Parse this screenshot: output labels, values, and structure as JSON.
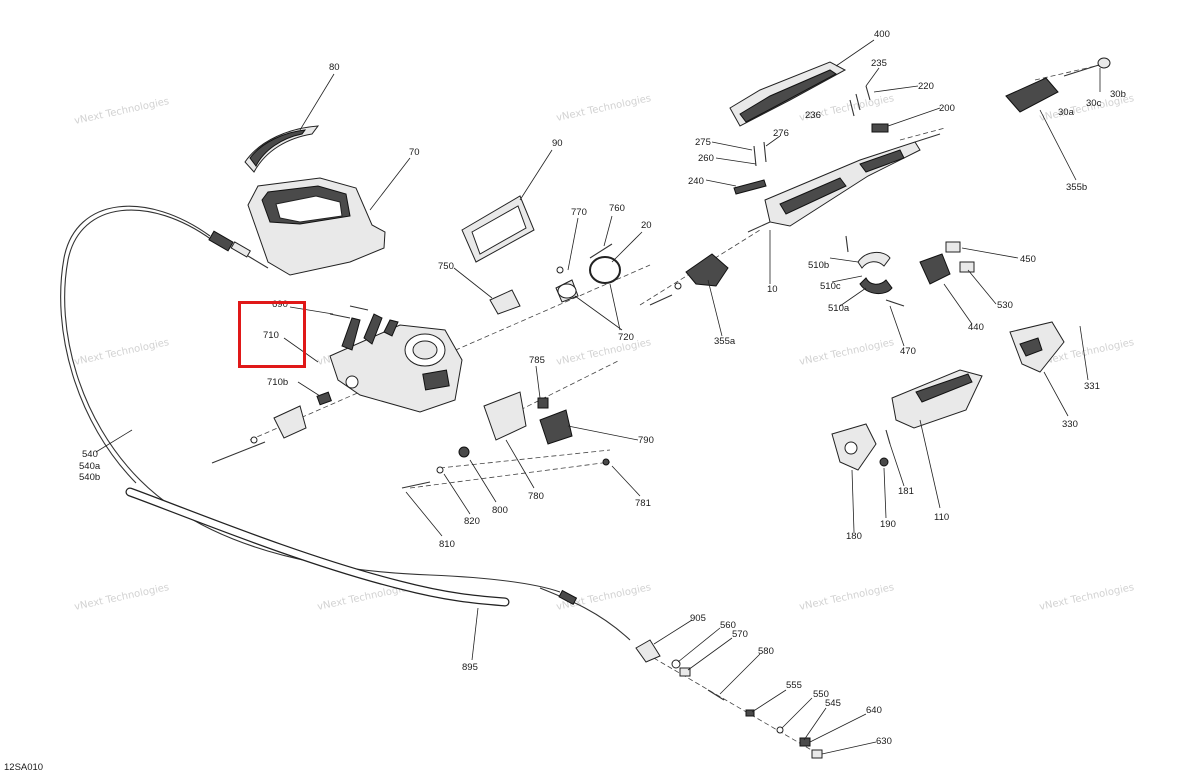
{
  "drawing_code": "12SA010",
  "watermark_text": "vNext Technologies",
  "highlight_color": "#e01818",
  "callouts": [
    {
      "id": "c80",
      "text": "80"
    },
    {
      "id": "c70",
      "text": "70"
    },
    {
      "id": "c90",
      "text": "90"
    },
    {
      "id": "c770",
      "text": "770"
    },
    {
      "id": "c760",
      "text": "760"
    },
    {
      "id": "c20",
      "text": "20"
    },
    {
      "id": "c750",
      "text": "750"
    },
    {
      "id": "c720",
      "text": "720"
    },
    {
      "id": "c690",
      "text": "690"
    },
    {
      "id": "c710",
      "text": "710"
    },
    {
      "id": "c710b",
      "text": "710b"
    },
    {
      "id": "c540",
      "text": "540"
    },
    {
      "id": "c540a",
      "text": "540a"
    },
    {
      "id": "c540b",
      "text": "540b"
    },
    {
      "id": "c785",
      "text": "785"
    },
    {
      "id": "c790",
      "text": "790"
    },
    {
      "id": "c780",
      "text": "780"
    },
    {
      "id": "c781",
      "text": "781"
    },
    {
      "id": "c800",
      "text": "800"
    },
    {
      "id": "c820",
      "text": "820"
    },
    {
      "id": "c810",
      "text": "810"
    },
    {
      "id": "c355a",
      "text": "355a"
    },
    {
      "id": "c10",
      "text": "10"
    },
    {
      "id": "c400",
      "text": "400"
    },
    {
      "id": "c235",
      "text": "235"
    },
    {
      "id": "c220",
      "text": "220"
    },
    {
      "id": "c236",
      "text": "236"
    },
    {
      "id": "c200",
      "text": "200"
    },
    {
      "id": "c275",
      "text": "275"
    },
    {
      "id": "c276",
      "text": "276"
    },
    {
      "id": "c260",
      "text": "260"
    },
    {
      "id": "c240",
      "text": "240"
    },
    {
      "id": "c510b",
      "text": "510b"
    },
    {
      "id": "c510c",
      "text": "510c"
    },
    {
      "id": "c510a",
      "text": "510a"
    },
    {
      "id": "c470",
      "text": "470"
    },
    {
      "id": "c450",
      "text": "450"
    },
    {
      "id": "c530",
      "text": "530"
    },
    {
      "id": "c440",
      "text": "440"
    },
    {
      "id": "c30a",
      "text": "30a"
    },
    {
      "id": "c30c",
      "text": "30c"
    },
    {
      "id": "c30b",
      "text": "30b"
    },
    {
      "id": "c355b",
      "text": "355b"
    },
    {
      "id": "c331",
      "text": "331"
    },
    {
      "id": "c330",
      "text": "330"
    },
    {
      "id": "c181",
      "text": "181"
    },
    {
      "id": "c110",
      "text": "110"
    },
    {
      "id": "c180",
      "text": "180"
    },
    {
      "id": "c190",
      "text": "190"
    },
    {
      "id": "c895",
      "text": "895"
    },
    {
      "id": "c905",
      "text": "905"
    },
    {
      "id": "c560",
      "text": "560"
    },
    {
      "id": "c570",
      "text": "570"
    },
    {
      "id": "c580",
      "text": "580"
    },
    {
      "id": "c555",
      "text": "555"
    },
    {
      "id": "c550",
      "text": "550"
    },
    {
      "id": "c545",
      "text": "545"
    },
    {
      "id": "c640",
      "text": "640"
    },
    {
      "id": "c630",
      "text": "630"
    }
  ]
}
